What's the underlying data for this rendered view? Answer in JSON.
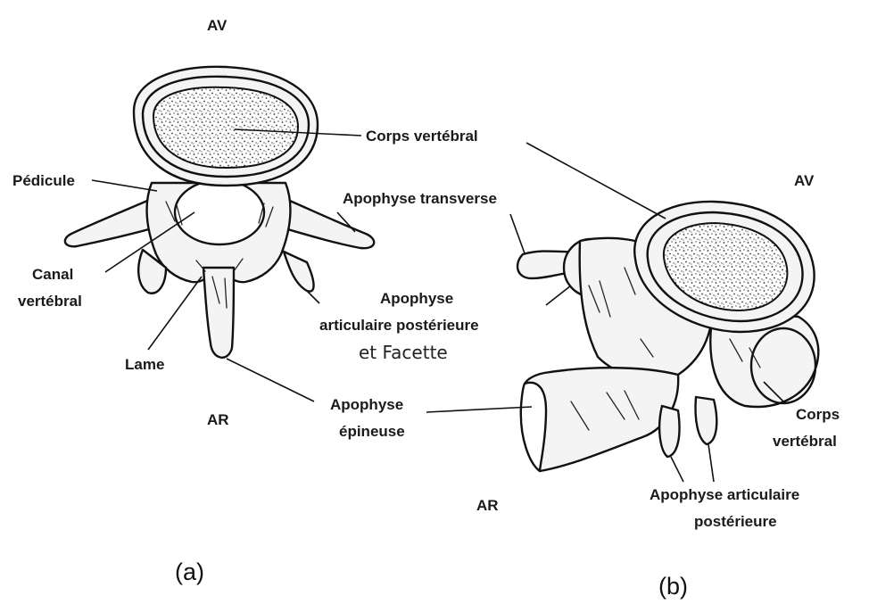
{
  "figure_a": {
    "caption": "(a)",
    "orient_top": "AV",
    "orient_bottom": "AR",
    "labels": {
      "corps": "Corps vertébral",
      "pedicule": "Pédicule",
      "transverse": "Apophyse transverse",
      "canal_1": "Canal",
      "canal_2": "vertébral",
      "lame": "Lame",
      "articulaire_1": "Apophyse",
      "articulaire_2": "articulaire postérieure",
      "articulaire_3": "et Facette",
      "epineuse_1": "Apophyse",
      "epineuse_2": "épineuse"
    }
  },
  "figure_b": {
    "caption": "(b)",
    "orient_top": "AV",
    "orient_bottom": "AR",
    "labels": {
      "corps_1": "Corps",
      "corps_2": "vertébral",
      "articulaire_1": "Apophyse articulaire",
      "articulaire_2": "postérieure"
    }
  }
}
